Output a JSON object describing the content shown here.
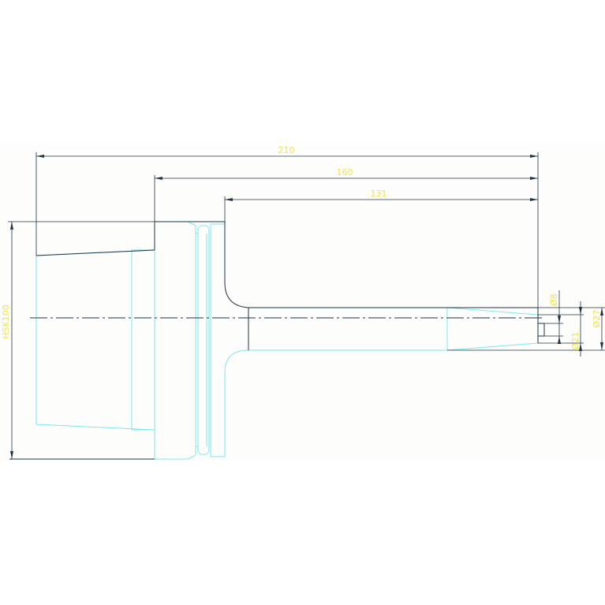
{
  "colors": {
    "background": "#ffffff",
    "sheet": "#fdfefb",
    "outline": "#1f3345",
    "part": "#7fe6ea",
    "dimension_text": "#f0e24a",
    "centerline": "#1f3345"
  },
  "dimensions": {
    "length_210": "210",
    "length_160": "160",
    "length_131": "131",
    "diameter_8": "Ø8",
    "diameter_21": "Ø21",
    "diameter_27": "Ø27",
    "hsk_label": "HSK100"
  }
}
